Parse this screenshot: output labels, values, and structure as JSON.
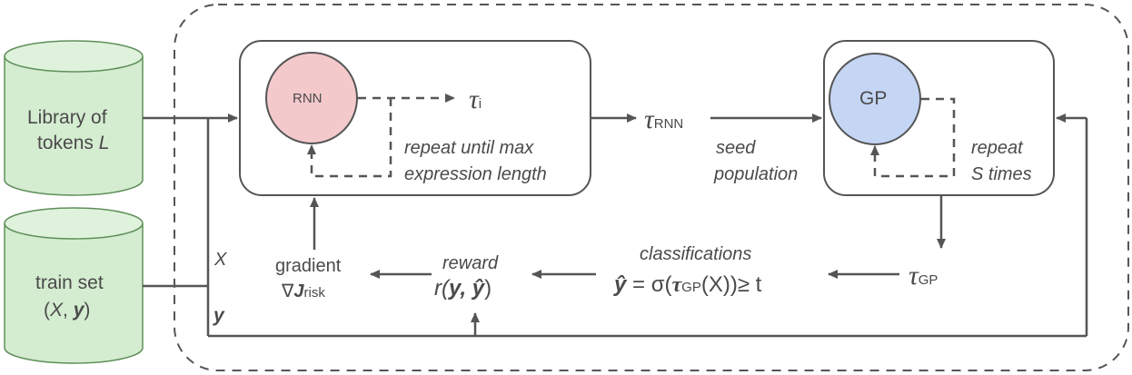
{
  "inputs": {
    "library_line1": "Library of",
    "library_line2": "tokens ",
    "library_var": "L",
    "trainset_line1": "train set",
    "trainset_open": "(",
    "trainset_X": "X",
    "trainset_comma": ", ",
    "trainset_y": "y",
    "trainset_close": ")"
  },
  "rnn": {
    "node_label": "RNN",
    "output_symbol": "τ",
    "output_sub": "i",
    "loop_line1": "repeat until max",
    "loop_line2": "expression length"
  },
  "middle": {
    "tau_symbol": "τ",
    "tau_sub": "RNN",
    "seed_line1": "seed",
    "seed_line2": "population"
  },
  "gp": {
    "node_label": "GP",
    "repeat_line1": "repeat",
    "repeat_line2": "S times",
    "output_symbol": "τ",
    "output_sub": "GP"
  },
  "bottom": {
    "classifications_label": "classifications",
    "class_expr_yhat": "ŷ",
    "class_expr_eq": " = σ(",
    "class_expr_tau": "τ",
    "class_expr_sub": "GP",
    "class_expr_rest": "(X))≥ t",
    "reward_label": "reward",
    "reward_r": "r(",
    "reward_y": "y, ŷ",
    "reward_close": ")",
    "gradient_label": "gradient",
    "gradient_nabla": "∇",
    "gradient_J": "J",
    "gradient_sub": "risk",
    "X_label": "X",
    "y_label": "y"
  },
  "colors": {
    "cylinder_fill": "#d4ecd0",
    "cylinder_stroke": "#5f8f5a",
    "rnn_fill": "#f4c9cc",
    "gp_fill": "#c5d6f5",
    "line": "#555555"
  }
}
